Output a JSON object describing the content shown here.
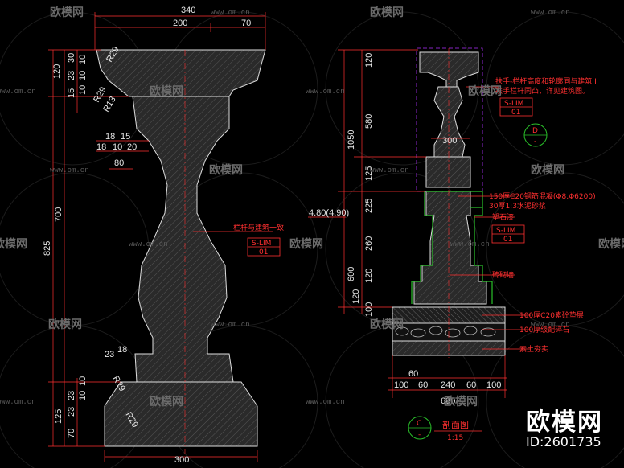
{
  "watermark": {
    "brand": "欧模网",
    "url": "www.om.cn"
  },
  "brand_overlay": {
    "name": "欧模网",
    "id_text": "ID:2601735"
  },
  "left_view": {
    "top_dims": [
      "340",
      "200",
      "70"
    ],
    "left_dims": [
      "120",
      "30",
      "10",
      "15",
      "23",
      "10",
      "10",
      "825",
      "700",
      "125",
      "70",
      "23",
      "10",
      "10",
      "23"
    ],
    "inner_dims": [
      "18",
      "15",
      "18",
      "10",
      "20",
      "80",
      "23",
      "18"
    ],
    "radii": [
      "R29",
      "R29",
      "R13",
      "R29",
      "R29"
    ],
    "bottom_dim": "300",
    "note": "栏杆与建筑一致",
    "tag_code": "S-LIM",
    "tag_num": "01"
  },
  "right_view": {
    "left_dims": [
      "120",
      "580",
      "1050",
      "125",
      "225",
      "260",
      "600",
      "120",
      "120",
      "100"
    ],
    "bottom_dims": [
      "100",
      "60",
      "60",
      "240",
      "60",
      "100",
      "680"
    ],
    "inner_dim": "300",
    "level": "4.80(4.90)",
    "note_top_1": "扶手-栏杆高度和轮廓同与建筑 I",
    "note_top_2": "扶手栏杆同凸，详见建筑图。",
    "tag1_code": "S-LIM",
    "tag1_num": "01",
    "detail_letter": "D",
    "detail_sub": "-",
    "notes": [
      "150厚C20钢筋混凝(Φ8,Φ6200)",
      "30厚1:3水泥砂浆",
      "塑石漆",
      "S-LIM",
      "01",
      "砖砌墙",
      "100厚C20素砼垫层",
      "100厚级配碎石",
      "素土夯实"
    ],
    "section_letter": "C",
    "section_sub": "-",
    "section_title": "剖面图",
    "section_scale": "1:15"
  }
}
